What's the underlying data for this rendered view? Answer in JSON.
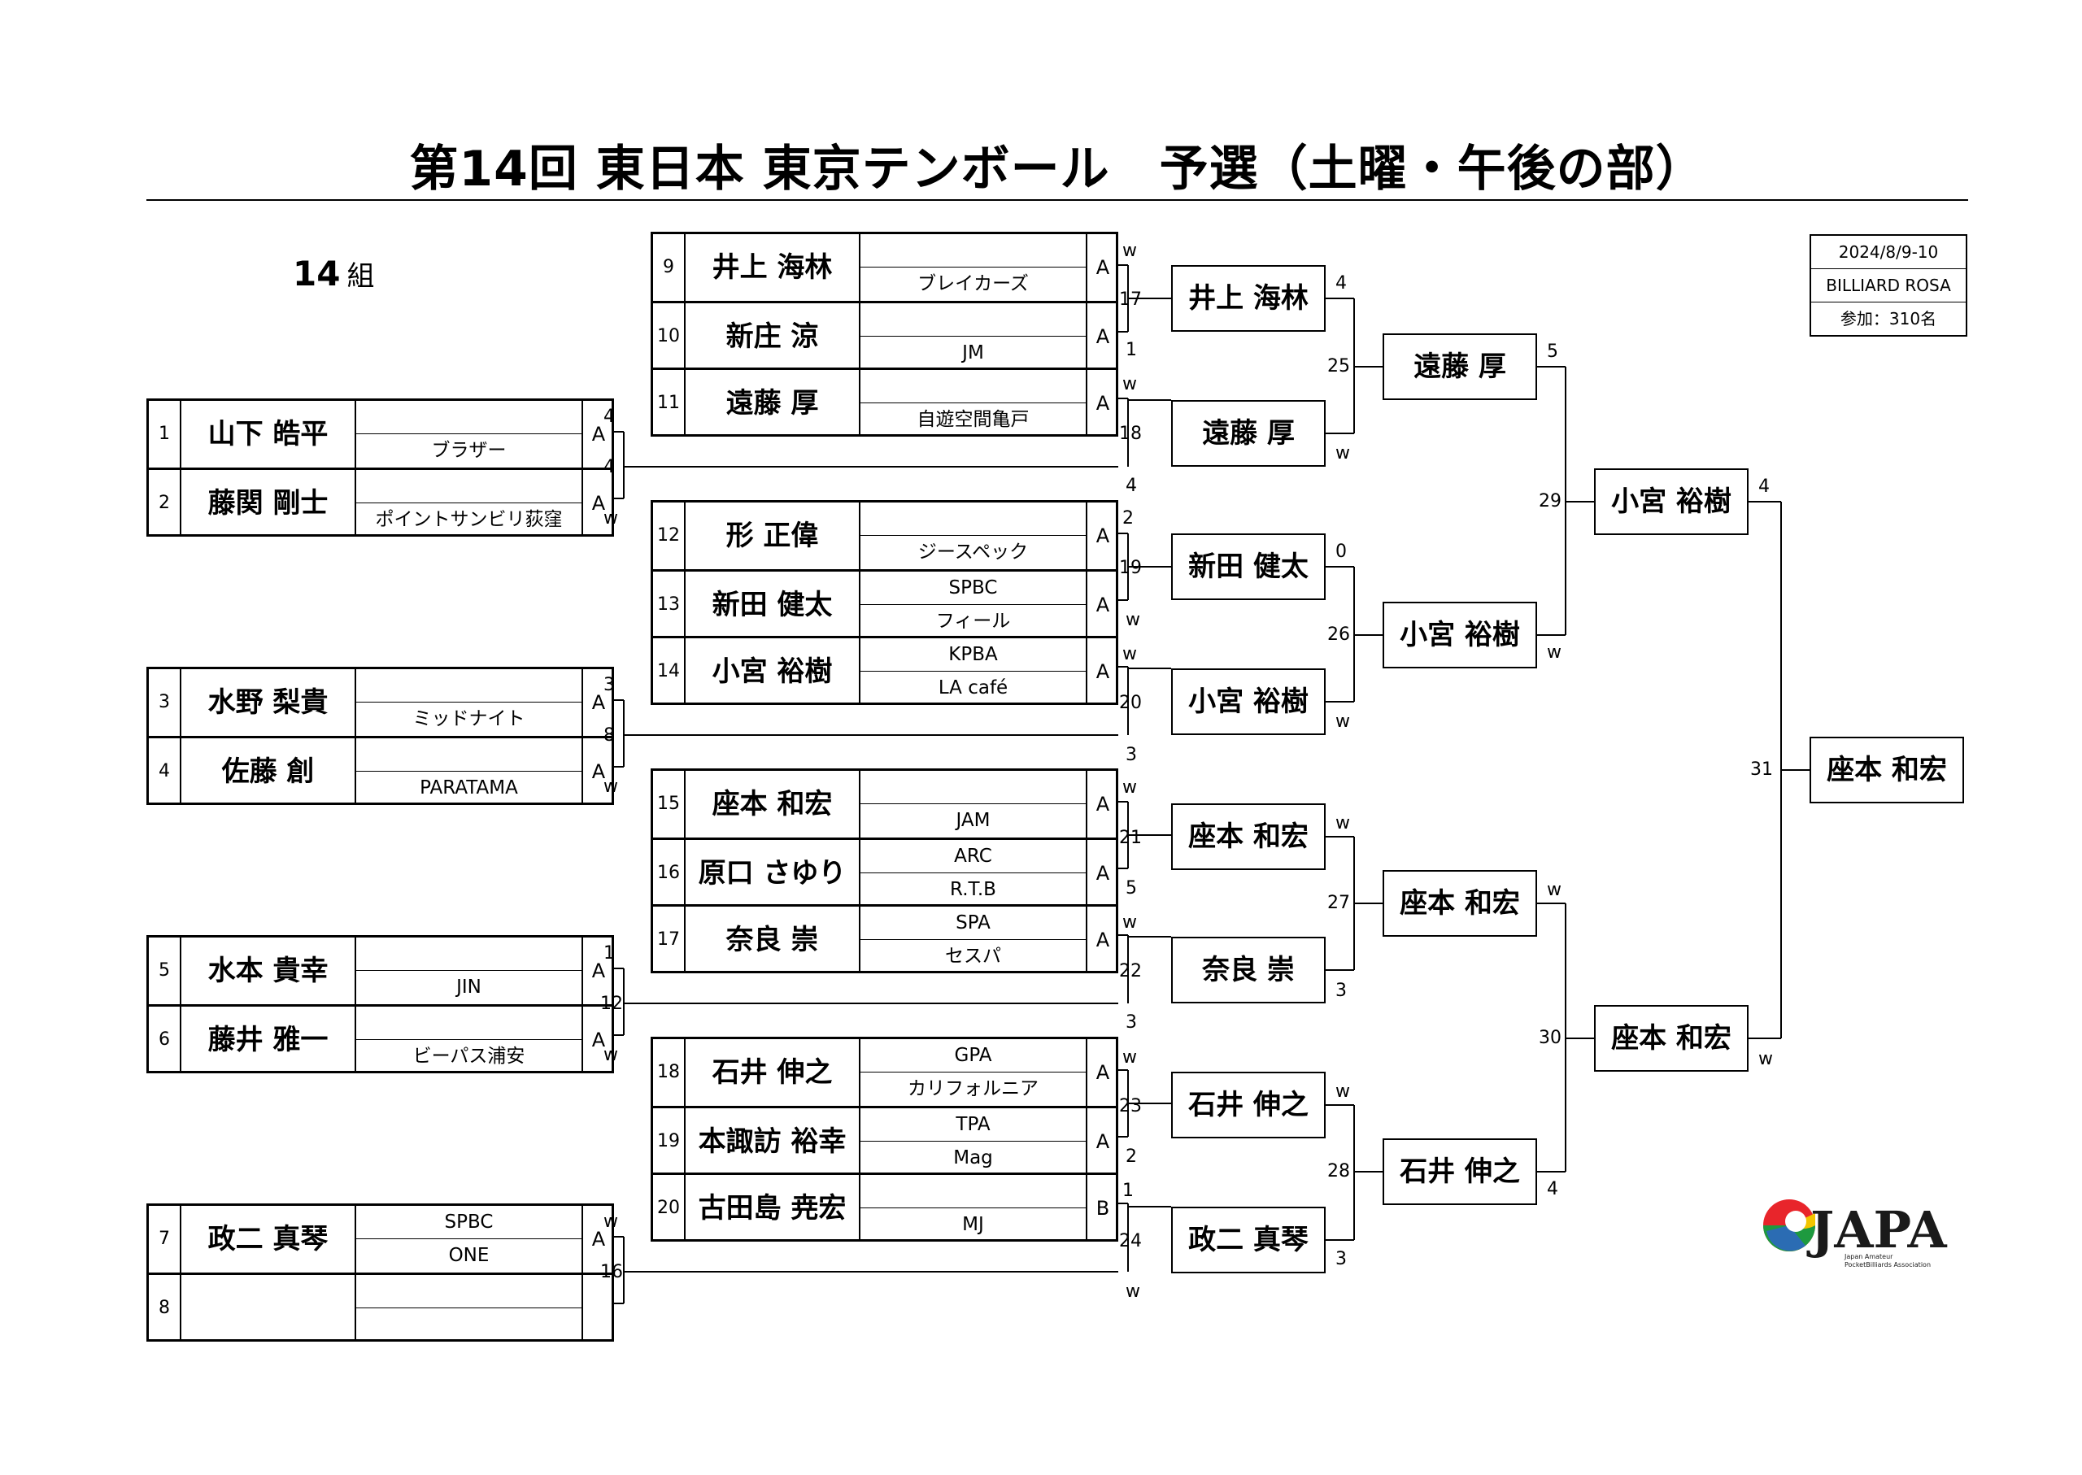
{
  "header": {
    "title": "第14回 東日本 東京テンボール　予選（土曜・午後の部）",
    "group_number": "14",
    "group_suffix": "組"
  },
  "info": {
    "dates": "2024/8/9-10",
    "venue": "BILLIARD ROSA",
    "participants": "参加：310名"
  },
  "players": [
    {
      "num": "1",
      "name": "山下 皓平",
      "club1": "",
      "club2": "ブラザー",
      "class": "A"
    },
    {
      "num": "2",
      "name": "藤関 剛士",
      "club1": "",
      "club2": "ポイントサンビリ荻窪",
      "class": "A"
    },
    {
      "num": "3",
      "name": "水野 梨貴",
      "club1": "",
      "club2": "ミッドナイト",
      "class": "A"
    },
    {
      "num": "4",
      "name": "佐藤 創",
      "club1": "",
      "club2": "PARATAMA",
      "class": "A"
    },
    {
      "num": "5",
      "name": "水本 貴幸",
      "club1": "",
      "club2": "JIN",
      "class": "A"
    },
    {
      "num": "6",
      "name": "藤井 雅一",
      "club1": "",
      "club2": "ビーパス浦安",
      "class": "A"
    },
    {
      "num": "7",
      "name": "政二 真琴",
      "club1": "SPBC",
      "club2": "ONE",
      "class": "A"
    },
    {
      "num": "8",
      "name": "",
      "club1": "",
      "club2": "",
      "class": ""
    },
    {
      "num": "9",
      "name": "井上 海林",
      "club1": "",
      "club2": "ブレイカーズ",
      "class": "A"
    },
    {
      "num": "10",
      "name": "新庄 涼",
      "club1": "",
      "club2": "JM",
      "class": "A"
    },
    {
      "num": "11",
      "name": "遠藤 厚",
      "club1": "",
      "club2": "自遊空間亀戸",
      "class": "A"
    },
    {
      "num": "12",
      "name": "形 正偉",
      "club1": "",
      "club2": "ジースペック",
      "class": "A"
    },
    {
      "num": "13",
      "name": "新田 健太",
      "club1": "SPBC",
      "club2": "フィール",
      "class": "A"
    },
    {
      "num": "14",
      "name": "小宮 裕樹",
      "club1": "KPBA",
      "club2": "LA café",
      "class": "A"
    },
    {
      "num": "15",
      "name": "座本 和宏",
      "club1": "",
      "club2": "JAM",
      "class": "A"
    },
    {
      "num": "16",
      "name": "原口 さゆり",
      "club1": "ARC",
      "club2": "R.T.B",
      "class": "A"
    },
    {
      "num": "17",
      "name": "奈良 崇",
      "club1": "SPA",
      "club2": "セスパ",
      "class": "A"
    },
    {
      "num": "18",
      "name": "石井 伸之",
      "club1": "GPA",
      "club2": "カリフォルニア",
      "class": "A"
    },
    {
      "num": "19",
      "name": "本諏訪 裕幸",
      "club1": "TPA",
      "club2": "Mag",
      "class": "A"
    },
    {
      "num": "20",
      "name": "古田島 尭宏",
      "club1": "",
      "club2": "MJ",
      "class": "B"
    }
  ],
  "winners": {
    "m17": "井上 海林",
    "m18": "遠藤 厚",
    "m19": "新田 健太",
    "m20": "小宮 裕樹",
    "m21": "座本 和宏",
    "m22": "奈良 崇",
    "m23": "石井 伸之",
    "m24": "政二 真琴",
    "m25": "遠藤 厚",
    "m26": "小宮 裕樹",
    "m27": "座本 和宏",
    "m28": "石井 伸之",
    "m29": "小宮 裕樹",
    "m30": "座本 和宏",
    "m31": "座本 和宏"
  },
  "labels": {
    "m4_top": "4",
    "m4_num": "4",
    "m4_bot": "w",
    "m8_top": "3",
    "m8_num": "8",
    "m8_bot": "w",
    "m12_top": "1",
    "m12_num": "12",
    "m12_bot": "w",
    "m16_top": "w",
    "m16_num": "16",
    "m17_top": "w",
    "m17_num": "17",
    "m17_bot": "1",
    "m18_top": "w",
    "m18_num": "18",
    "m18_bot": "4",
    "m19_top": "2",
    "m19_num": "19",
    "m19_bot": "w",
    "m20_top": "w",
    "m20_num": "20",
    "m20_bot": "3",
    "m21_top": "w",
    "m21_num": "21",
    "m21_bot": "5",
    "m22_top": "w",
    "m22_num": "22",
    "m22_bot": "3",
    "m23_top": "w",
    "m23_num": "23",
    "m23_bot": "2",
    "m24_top": "1",
    "m24_num": "24",
    "m24_bot": "w",
    "m25_top": "4",
    "m25_num": "25",
    "m25_bot": "w",
    "m26_top": "0",
    "m26_num": "26",
    "m26_bot": "w",
    "m27_top": "w",
    "m27_num": "27",
    "m27_bot": "3",
    "m28_top": "w",
    "m28_num": "28",
    "m28_bot": "3",
    "m29_top": "5",
    "m29_num": "29",
    "m29_bot": "w",
    "m30_top": "w",
    "m30_num": "30",
    "m30_bot": "4",
    "m31_top": "4",
    "m31_num": "31",
    "m31_bot": "w"
  },
  "logo": {
    "text": "JAPA",
    "subtitle1": "Japan Amateur",
    "subtitle2": "PocketBilliards Association"
  }
}
